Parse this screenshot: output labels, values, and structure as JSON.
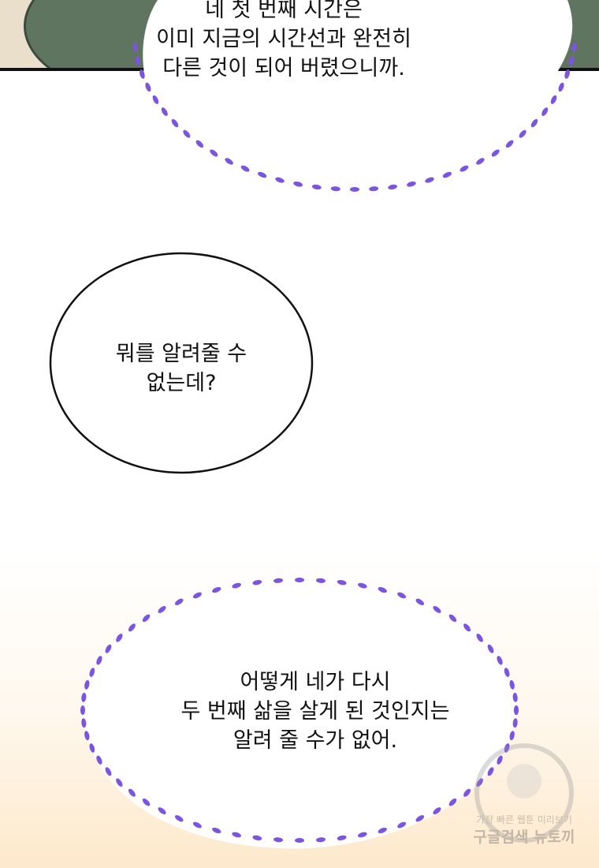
{
  "bubbles": [
    {
      "lines": [
        "네 첫 번째 시간은",
        "이미 지금의 시간선과 완전히",
        "다른 것이 되어 버렸으니까."
      ]
    },
    {
      "lines": [
        "뭐를 알려줄 수",
        "없는데?"
      ]
    },
    {
      "lines": [
        "어떻게 네가 다시",
        "두 번째 삶을 살게 된 것인지는",
        "알려 줄 수가 없어."
      ]
    }
  ],
  "watermark": {
    "line1": "가장 빠른 웹툰 미리보기",
    "line2": "구글검색 뉴토끼"
  },
  "colors": {
    "dots": "#7b55e0"
  }
}
